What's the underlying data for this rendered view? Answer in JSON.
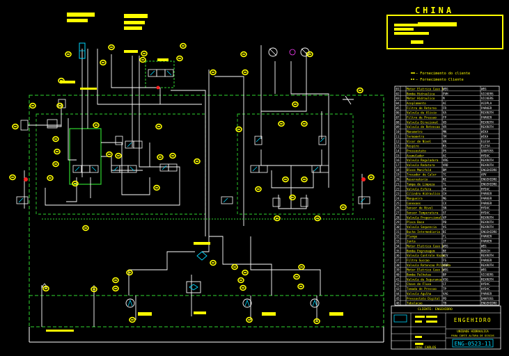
{
  "title_block": {
    "country": "CHINA",
    "legend_line_1": "— Fornecimento do cliente",
    "legend_line_2": "— Fornecimento Cliente",
    "company": "ENGEHIDRO",
    "subtitle_1": "UNIDADE HIDRAULICA",
    "subtitle_2": "PARA CORTE ALTURA DE DISCOS",
    "drawing_number": "ENG-0523-11",
    "client_label": "CLIENTE: ENGEHIDRO",
    "drawn_by": "JOSE CARLOS"
  },
  "parts_table": {
    "rows": [
      {
        "n": "01",
        "desc": "Motor Eletrico Caso 1",
        "ref": "WEG",
        "maker": "WEG"
      },
      {
        "n": "02",
        "desc": "Bomba Hidraulica",
        "ref": "PVH",
        "maker": "VICKERS"
      },
      {
        "n": "03",
        "desc": "Motor Hidraulico",
        "ref": "M",
        "maker": "VICKERS"
      },
      {
        "n": "04",
        "desc": "Acoplamento",
        "ref": "AC",
        "maker": "ACOPLA"
      },
      {
        "n": "05",
        "desc": "Filtro de Retorno",
        "ref": "FR",
        "maker": "PARKER"
      },
      {
        "n": "06",
        "desc": "Valvula de Alivio",
        "ref": "VA",
        "maker": "REXROTH"
      },
      {
        "n": "07",
        "desc": "Filtro de Pressao",
        "ref": "FP",
        "maker": "PARKER"
      },
      {
        "n": "08",
        "desc": "Valvula Direcional",
        "ref": "VD",
        "maker": "REXROTH"
      },
      {
        "n": "09",
        "desc": "Valvula de Retencao",
        "ref": "VR",
        "maker": "REXROTH"
      },
      {
        "n": "10",
        "desc": "Manometro",
        "ref": "MN",
        "maker": "WIKA"
      },
      {
        "n": "11",
        "desc": "Termometro",
        "ref": "TM",
        "maker": "WIKA"
      },
      {
        "n": "12",
        "desc": "Visor de Nivel",
        "ref": "VN",
        "maker": "ELESA"
      },
      {
        "n": "13",
        "desc": "Respiro",
        "ref": "RS",
        "maker": "ELESA"
      },
      {
        "n": "14",
        "desc": "Pressostato",
        "ref": "PS",
        "maker": "DANFOSS"
      },
      {
        "n": "15",
        "desc": "Acumulador",
        "ref": "AC",
        "maker": "HYDAC"
      },
      {
        "n": "16",
        "desc": "Valvula Reguladora",
        "ref": "VRG",
        "maker": "REXROTH"
      },
      {
        "n": "17",
        "desc": "Valvula Redutora",
        "ref": "VRD",
        "maker": "REXROTH"
      },
      {
        "n": "18",
        "desc": "Bloco Manifold",
        "ref": "BM",
        "maker": "ENGEHIDRO"
      },
      {
        "n": "19",
        "desc": "Trocador de Calor",
        "ref": "TC",
        "maker": "APV"
      },
      {
        "n": "20",
        "desc": "Reservatorio",
        "ref": "RE",
        "maker": "ENGEHIDRO"
      },
      {
        "n": "21",
        "desc": "Tampa de Limpeza",
        "ref": "TL",
        "maker": "ENGEHIDRO"
      },
      {
        "n": "22",
        "desc": "Valvula Esfera",
        "ref": "VE",
        "maker": "HYDAC"
      },
      {
        "n": "23",
        "desc": "Cilindro Hidraulico",
        "ref": "CH",
        "maker": "PARKER"
      },
      {
        "n": "24",
        "desc": "Mangueira",
        "ref": "MG",
        "maker": "PARKER"
      },
      {
        "n": "25",
        "desc": "Conexoes",
        "ref": "CX",
        "maker": "PARKER"
      },
      {
        "n": "26",
        "desc": "Sensor de Nivel",
        "ref": "SN",
        "maker": "HYDAC"
      },
      {
        "n": "27",
        "desc": "Sensor Temperatura",
        "ref": "ST",
        "maker": "HYDAC"
      },
      {
        "n": "28",
        "desc": "Valvula Proporcional",
        "ref": "VP",
        "maker": "REXROTH"
      },
      {
        "n": "29",
        "desc": "Placa Base",
        "ref": "PB",
        "maker": "REXROTH"
      },
      {
        "n": "30",
        "desc": "Valvula Sequencia",
        "ref": "VS",
        "maker": "REXROTH"
      },
      {
        "n": "31",
        "desc": "Bucha Intermediaria",
        "ref": "BI",
        "maker": "ENGEHIDRO"
      },
      {
        "n": "32",
        "desc": "Flange",
        "ref": "FL",
        "maker": "PARKER"
      },
      {
        "n": "33",
        "desc": "Junta",
        "ref": "JT",
        "maker": "PARKER"
      },
      {
        "n": "34",
        "desc": "Motor Eletrico Caso 2",
        "ref": "WEG",
        "maker": "WEG"
      },
      {
        "n": "35",
        "desc": "Bomba Engrenagem",
        "ref": "BE",
        "maker": "BOSCH"
      },
      {
        "n": "36",
        "desc": "Valvula Controle Vazao",
        "ref": "VCV",
        "maker": "REXROTH"
      },
      {
        "n": "37",
        "desc": "Filtro Succao",
        "ref": "FS",
        "maker": "PARKER"
      },
      {
        "n": "38",
        "desc": "Valvula Retencao Pilotada",
        "ref": "VRP",
        "maker": "REXROTH"
      },
      {
        "n": "39",
        "desc": "Motor Eletrico Caso 3",
        "ref": "WEG",
        "maker": "WEG"
      },
      {
        "n": "40",
        "desc": "Bomba Palhetas",
        "ref": "BP",
        "maker": "VICKERS"
      },
      {
        "n": "41",
        "desc": "Valvula de Seguranca",
        "ref": "VSG",
        "maker": "REXROTH"
      },
      {
        "n": "42",
        "desc": "Chave de Fluxo",
        "ref": "CF",
        "maker": "HYDAC"
      },
      {
        "n": "43",
        "desc": "Tomada de Pressao",
        "ref": "TP",
        "maker": "HYDAC"
      },
      {
        "n": "44",
        "desc": "Valvula Agulha",
        "ref": "VAG",
        "maker": "PARKER"
      },
      {
        "n": "45",
        "desc": "Pressostato Digital",
        "ref": "PD",
        "maker": "DANFOSS"
      },
      {
        "n": "46",
        "desc": "Tubulacao",
        "ref": "TB",
        "maker": "ENGEHIDRO"
      }
    ]
  },
  "colors": {
    "background": "#000000",
    "line": "#ffffff",
    "dashed_green": "#2fd92f",
    "yellow": "#ffff00",
    "cyan": "#00d8ff",
    "red": "#ff2020",
    "magenta": "#ff40ff"
  },
  "icons": [
    "balloon-icon",
    "valve-icon",
    "pump-icon",
    "motor-icon",
    "filter-icon",
    "manometer-icon"
  ]
}
